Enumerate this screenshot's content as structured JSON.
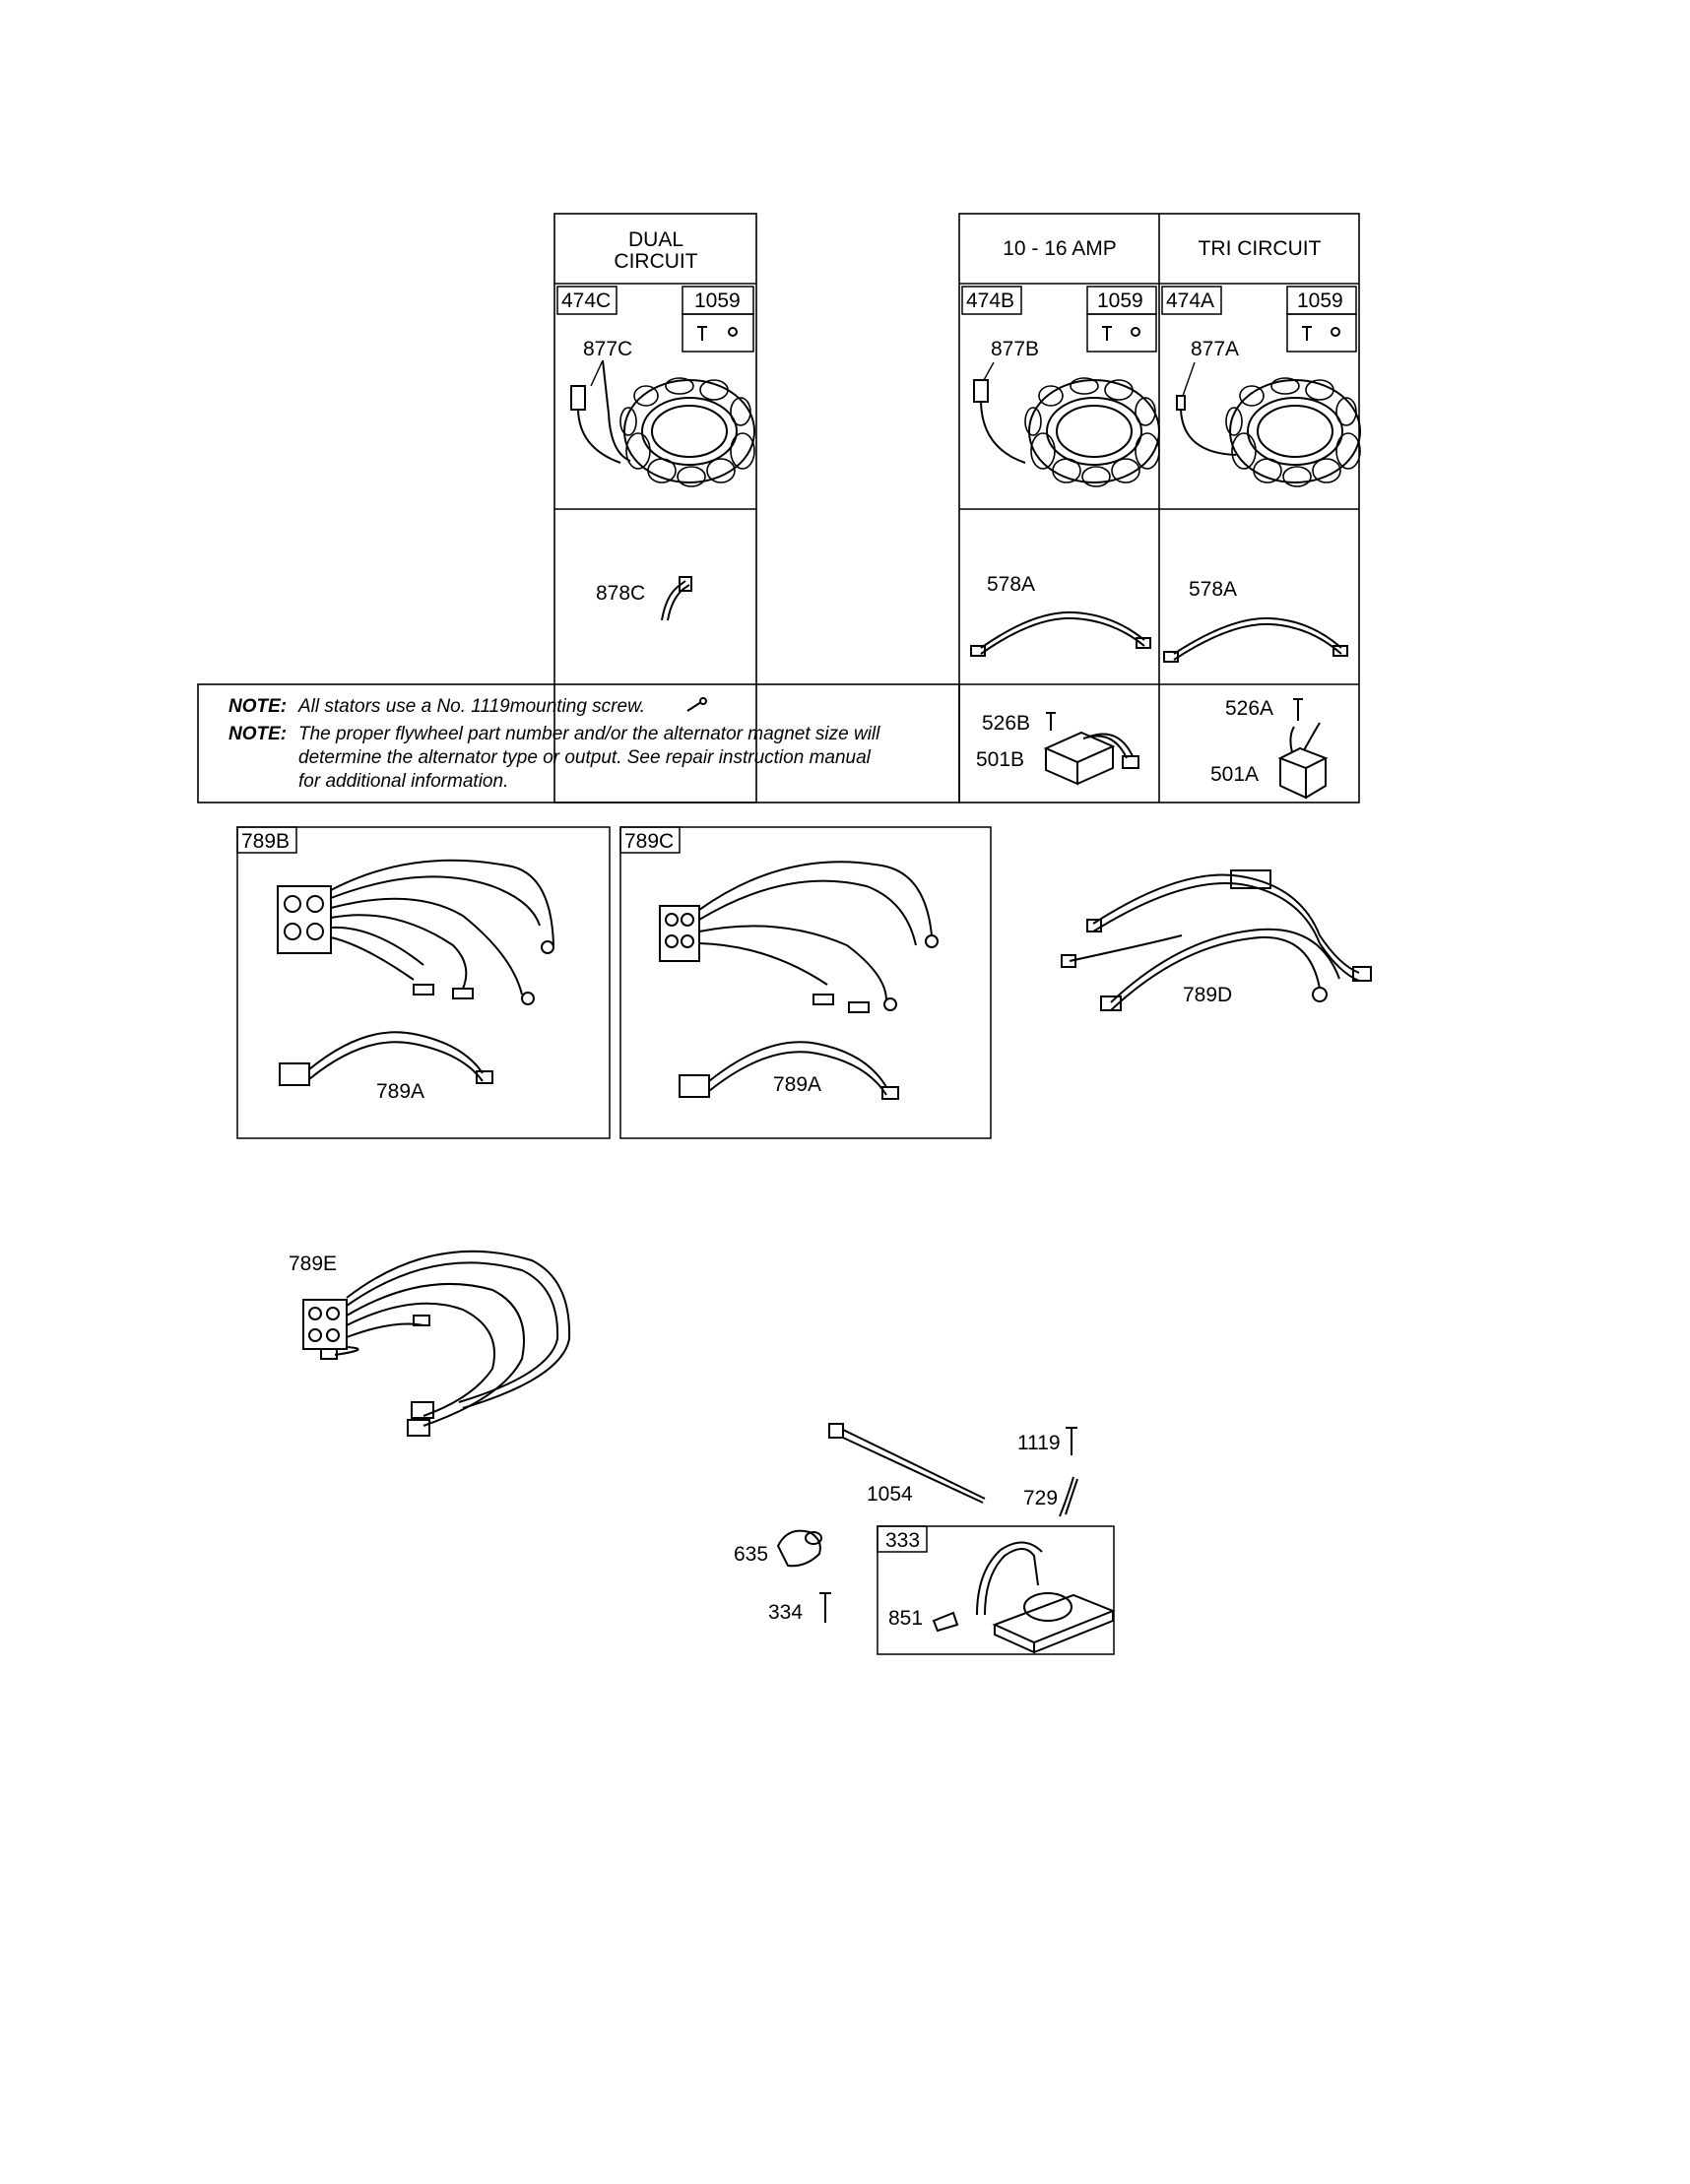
{
  "headers": {
    "dual_circuit_line1": "DUAL",
    "dual_circuit_line2": "CIRCUIT",
    "amp_10_16": "10 - 16 AMP",
    "tri_circuit": "TRI CIRCUIT"
  },
  "parts": {
    "p474C": "474C",
    "p474B": "474B",
    "p474A": "474A",
    "p1059_c": "1059",
    "p1059_b": "1059",
    "p1059_a": "1059",
    "p877C": "877C",
    "p877B": "877B",
    "p877A": "877A",
    "p878C": "878C",
    "p578A_b": "578A",
    "p578A_a": "578A",
    "p526B": "526B",
    "p501B": "501B",
    "p526A": "526A",
    "p501A": "501A",
    "p789B": "789B",
    "p789C": "789C",
    "p789A_b": "789A",
    "p789A_c": "789A",
    "p789D": "789D",
    "p789E": "789E",
    "p1054": "1054",
    "p1119": "1119",
    "p729": "729",
    "p635": "635",
    "p334": "334",
    "p333": "333",
    "p851": "851"
  },
  "notes": {
    "note1_label": "NOTE:",
    "note1_text": "All stators use a No. 1119mounting screw.",
    "note2_label": "NOTE:",
    "note2_line1": "The proper flywheel part number and/or the alternator magnet size will",
    "note2_line2": "determine the alternator type or output. See repair instruction manual",
    "note2_line3": "for additional information."
  },
  "icons": [
    "stator-icon",
    "screw-icon",
    "wire-harness-icon",
    "regulator-icon",
    "cable-tie-icon",
    "ignition-coil-icon",
    "terminal-icon",
    "boot-icon"
  ]
}
